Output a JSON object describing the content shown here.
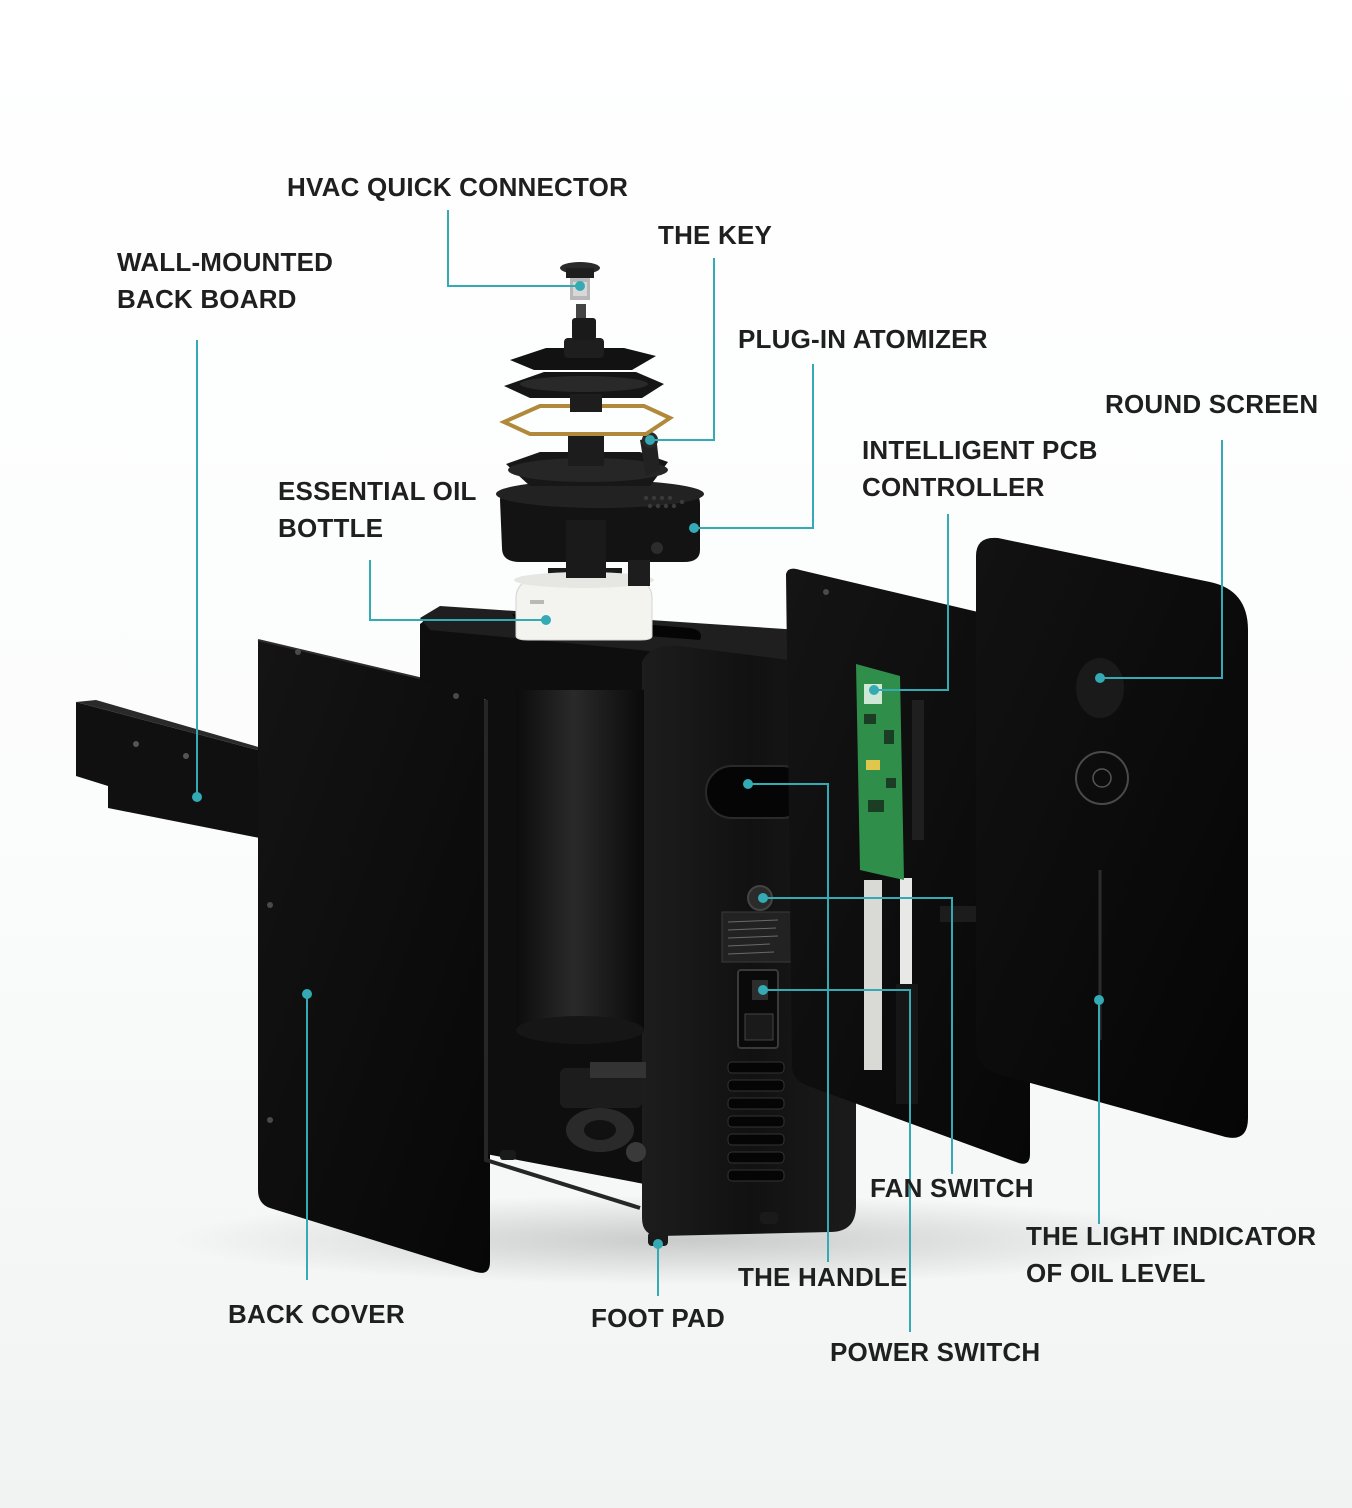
{
  "colors": {
    "background": "#ffffff",
    "label_text": "#1f1f1f",
    "leader_line": "#33aab4",
    "device_body": "#151515",
    "panel": "#0d0d0d",
    "pcb": "#2f8f4a",
    "oil_bottle": "#f2f2ef",
    "brass_ring": "#b08a3a"
  },
  "components": {
    "hvac_quick_connector": {
      "lines": [
        "HVAC QUICK CONNECTOR"
      ]
    },
    "the_key": {
      "lines": [
        "THE KEY"
      ]
    },
    "wall_mounted_back_board": {
      "lines": [
        "WALL-MOUNTED",
        "BACK BOARD"
      ]
    },
    "plug_in_atomizer": {
      "lines": [
        "PLUG-IN ATOMIZER"
      ]
    },
    "round_screen": {
      "lines": [
        "ROUND SCREEN"
      ]
    },
    "intelligent_pcb_controller": {
      "lines": [
        "INTELLIGENT PCB",
        "CONTROLLER"
      ]
    },
    "essential_oil_bottle": {
      "lines": [
        "ESSENTIAL OIL",
        "BOTTLE"
      ]
    },
    "fan_switch": {
      "lines": [
        "FAN SWITCH"
      ]
    },
    "light_indicator_oil_level": {
      "lines": [
        "THE LIGHT INDICATOR",
        "OF OIL LEVEL"
      ]
    },
    "the_handle": {
      "lines": [
        "THE HANDLE"
      ]
    },
    "back_cover": {
      "lines": [
        "BACK COVER"
      ]
    },
    "foot_pad": {
      "lines": [
        "FOOT PAD"
      ]
    },
    "power_switch": {
      "lines": [
        "POWER SWITCH"
      ]
    }
  }
}
